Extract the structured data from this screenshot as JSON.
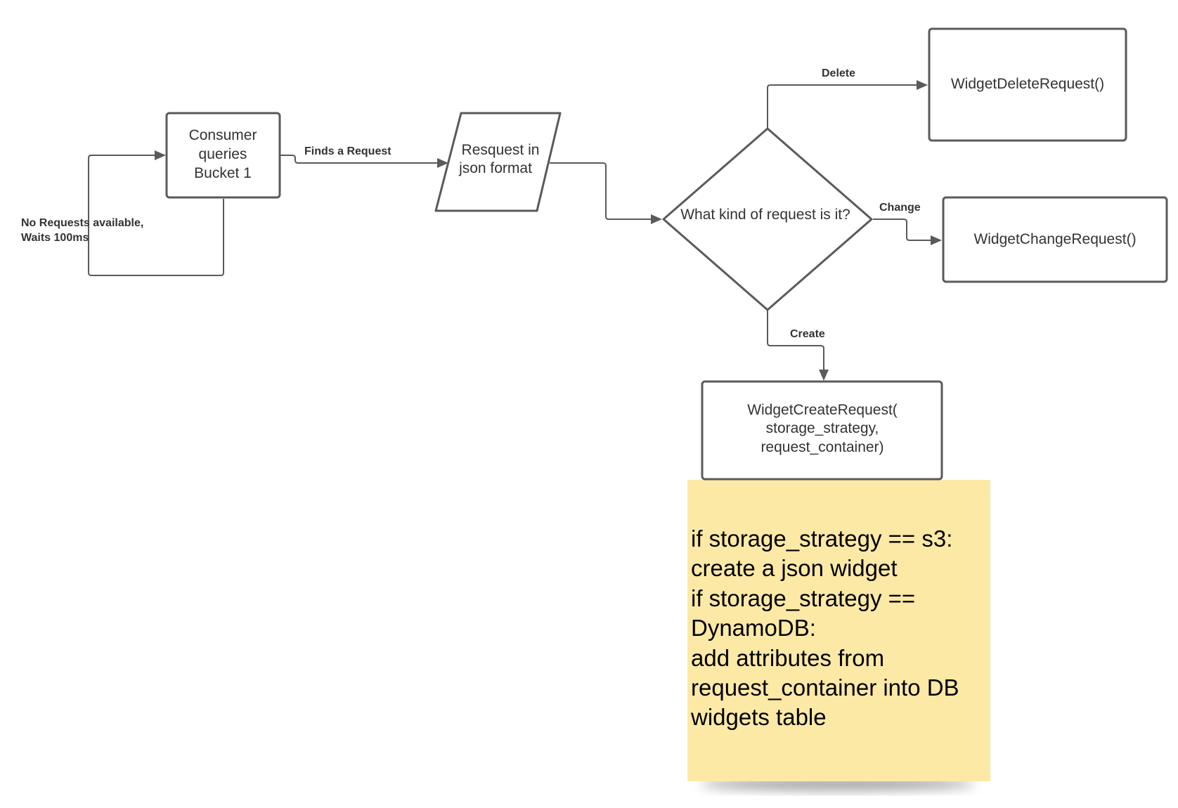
{
  "nodes": {
    "consumer": {
      "lines": [
        "Consumer",
        "queries",
        "Bucket 1"
      ]
    },
    "request_json": {
      "lines": [
        "Resquest in",
        "json format"
      ]
    },
    "decision": {
      "lines": [
        "What kind of request is it?"
      ]
    },
    "delete_box": {
      "lines": [
        "WidgetDeleteRequest()"
      ]
    },
    "change_box": {
      "lines": [
        "WidgetChangeRequest()"
      ]
    },
    "create_box": {
      "lines": [
        "WidgetCreateRequest(",
        "storage_strategy,",
        "request_container)"
      ]
    }
  },
  "edges": {
    "loop": {
      "lines": [
        "No Requests available,",
        "Waits 100ms"
      ]
    },
    "finds": {
      "label": "Finds a Request"
    },
    "delete": {
      "label": "Delete"
    },
    "change": {
      "label": "Change"
    },
    "create": {
      "label": "Create"
    }
  },
  "note": {
    "lines": [
      "if storage_strategy == s3:",
      "create a json widget",
      "if storage_strategy ==",
      "DynamoDB:",
      "add attributes from",
      "request_container into DB",
      "widgets table"
    ],
    "color": "#fde9a6"
  }
}
